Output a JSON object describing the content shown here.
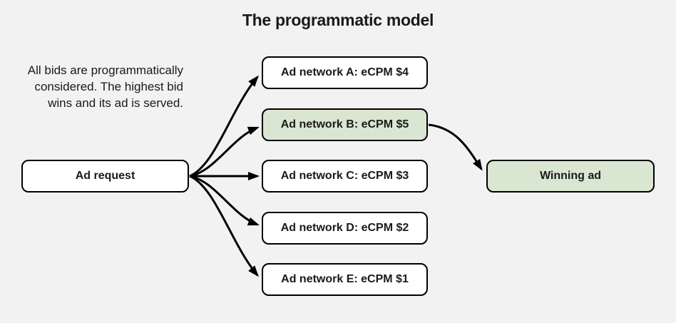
{
  "title": "The programmatic model",
  "note": {
    "lines": [
      "All bids are programmatically",
      "considered. The highest bid",
      "wins and its ad is served."
    ]
  },
  "nodes": {
    "ad_request": {
      "label": "Ad request",
      "highlighted": false
    },
    "network_a": {
      "label": "Ad network A: eCPM $4",
      "highlighted": false
    },
    "network_b": {
      "label": "Ad network B: eCPM $5",
      "highlighted": true
    },
    "network_c": {
      "label": "Ad network C: eCPM $3",
      "highlighted": false
    },
    "network_d": {
      "label": "Ad network D: eCPM $2",
      "highlighted": false
    },
    "network_e": {
      "label": "Ad network E: eCPM $1",
      "highlighted": false
    },
    "winning_ad": {
      "label": "Winning ad",
      "highlighted": true
    }
  },
  "edges": [
    {
      "from": "Ad request",
      "to": "Ad network A: eCPM $4"
    },
    {
      "from": "Ad request",
      "to": "Ad network B: eCPM $5"
    },
    {
      "from": "Ad request",
      "to": "Ad network C: eCPM $3"
    },
    {
      "from": "Ad request",
      "to": "Ad network D: eCPM $2"
    },
    {
      "from": "Ad request",
      "to": "Ad network E: eCPM $1"
    },
    {
      "from": "Ad network B: eCPM $5",
      "to": "Winning ad"
    }
  ],
  "colors": {
    "background": "#f2f2f2",
    "box_fill": "#ffffff",
    "highlight_fill": "#d9e7d2",
    "border": "#000000",
    "arrow": "#000000",
    "text": "#1a1a1a"
  }
}
